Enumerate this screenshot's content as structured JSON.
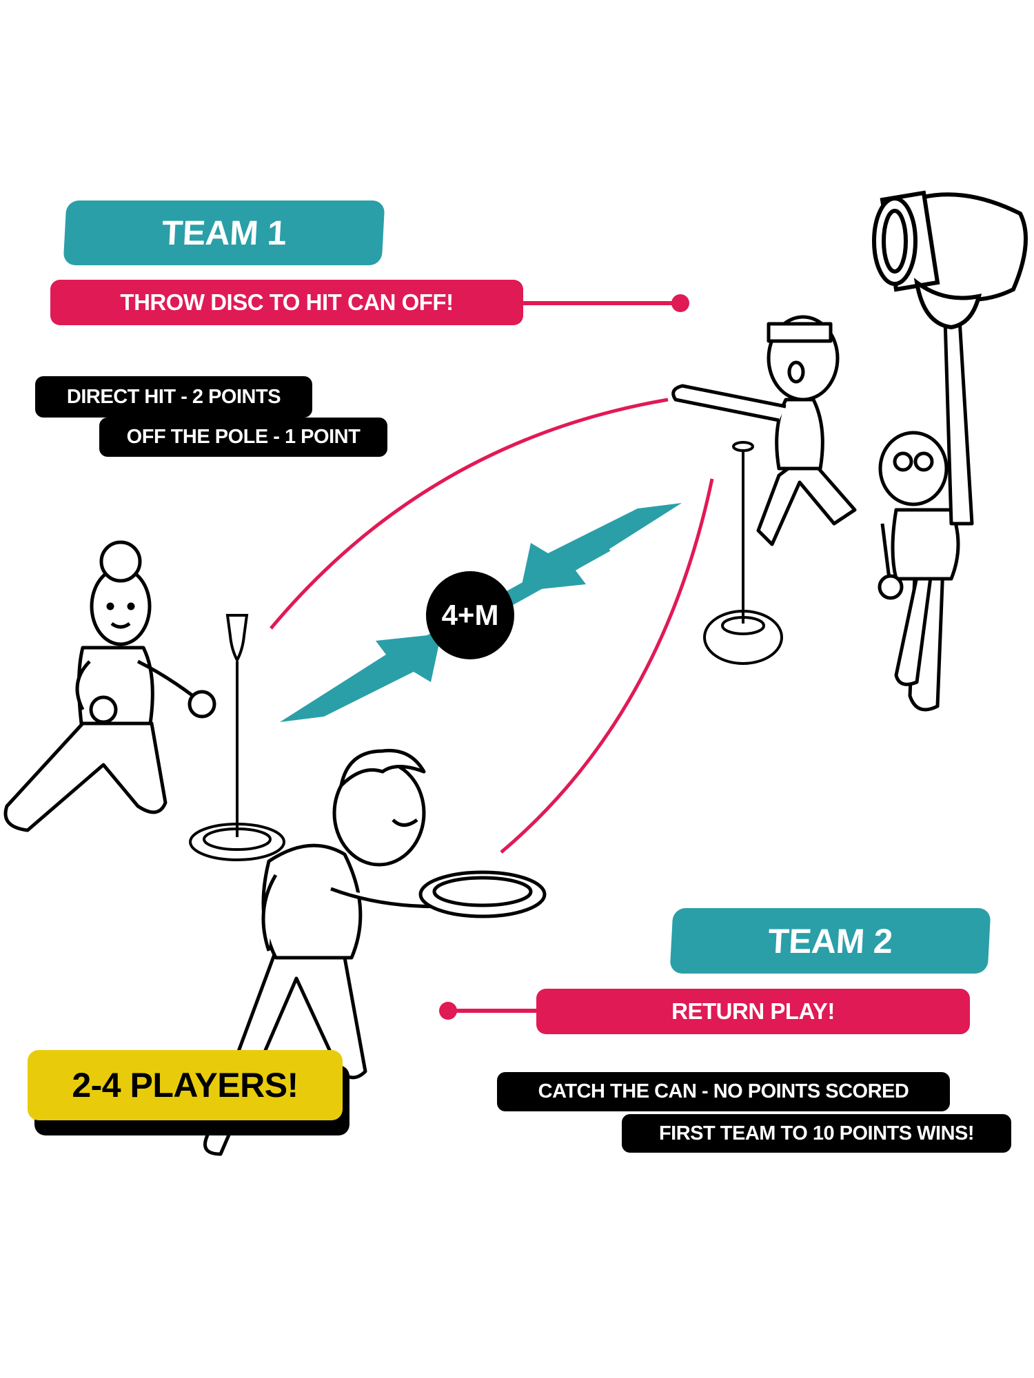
{
  "team1": {
    "title": "TEAM 1",
    "action": "THROW DISC TO HIT CAN OFF!",
    "rules": [
      "DIRECT HIT - 2 POINTS",
      "OFF THE POLE - 1 POINT"
    ]
  },
  "team2": {
    "title": "TEAM 2",
    "action": "RETURN PLAY!",
    "rules": [
      "CATCH THE CAN - NO POINTS SCORED",
      "FIRST TEAM TO 10 POINTS WINS!"
    ]
  },
  "distance": "4+M",
  "players": "2-4 PLAYERS!",
  "colors": {
    "teal": "#2a9fa8",
    "pink": "#e01a55",
    "yellow": "#e8cc0c",
    "black": "#000000"
  }
}
